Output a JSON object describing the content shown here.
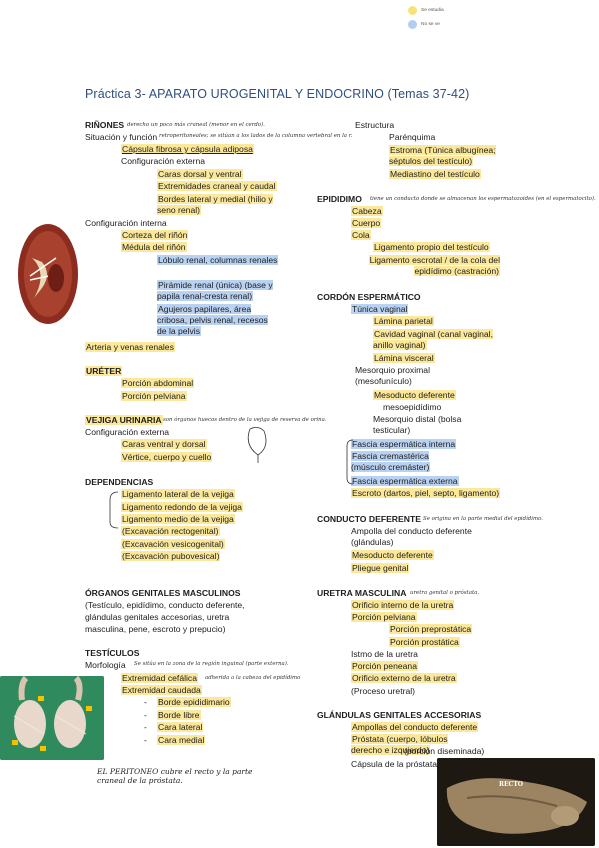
{
  "legend": [
    {
      "label": "Se estudia",
      "color": "#f7e27a"
    },
    {
      "label": "No se ve",
      "color": "#b3cdf0"
    }
  ],
  "title": "Práctica 3- APARATO UROGENITAL Y ENDOCRINO (Temas 37-42)",
  "left": {
    "rinones": {
      "heading": "RIÑONES",
      "note": "derecho un poco más craneal (menor en el cerdo).",
      "situacion": "Situación y función",
      "situacion_note": "retroperitoneales; se sitúan a los lados de la columna vertebral en la r.",
      "capsula": "Cápsula fibrosa y cápsula adiposa",
      "config_ext": "Configuración externa",
      "caras": "Caras dorsal y ventral",
      "extremidades": "Extremidades craneal y caudal",
      "bordes": "Bordes lateral y medial (hilio y seno renal)",
      "config_int": "Configuración interna",
      "corteza": "Corteza del riñón",
      "medula": "Médula del riñón",
      "lobulo": "Lóbulo renal, columnas renales",
      "piramide": "Pirámide renal (única) (base y papila renal-cresta renal)",
      "agujeros": "Agujeros papilares, área cribosa, pelvis renal, recesos de la pelvis",
      "arteria": "Arteria y venas renales"
    },
    "ureter": {
      "heading": "URÉTER",
      "abdominal": "Porción abdominal",
      "pelviana": "Porción pelviana"
    },
    "vejiga": {
      "heading": "VEJIGA URINARIA",
      "note": "son órganos huecos dentro de la vejiga de reserva de orina.",
      "config": "Configuración externa",
      "caras": "Caras ventral y dorsal",
      "vertice": "Vértice, cuerpo y cuello"
    },
    "dependencias": {
      "heading": "DEPENDENCIAS",
      "lig_lat": "Ligamento lateral de la vejiga",
      "lig_red": "Ligamento redondo de la vejiga",
      "lig_med": "Ligamento medio de la vejiga",
      "exc_rect": "(Excavación rectogenital)",
      "exc_ves": "(Excavación vesicogenital)",
      "exc_pub": "(Excavación pubovesical)"
    },
    "organos": {
      "heading": "ÓRGANOS GENITALES MASCULINOS",
      "list": [
        "(Testículo, epidídimo, conducto deferente,",
        "glándulas genitales accesorias, uretra",
        "masculina, pene, escroto y prepucio)"
      ]
    },
    "testiculos": {
      "heading": "TESTÍCULOS",
      "morfologia": "Morfología",
      "morf_note": "Se sitúa en la zona de la región inguinal (parte externa).",
      "cefalica": "Extremidad cefálica",
      "cefalica_note": "adherida a la cabeza del epidídimo",
      "caudada": "Extremidad caudada",
      "items": [
        "Borde epididimario",
        "Borde libre",
        "Cara lateral",
        "Cara medial"
      ]
    },
    "peritoneo_note": "EL PERITONEO cubre el recto y la parte craneal de la próstata."
  },
  "right": {
    "estructura": {
      "heading": "Estructura",
      "parenquima": "Parénquima",
      "estroma": "Estroma (Túnica albugínea; séptulos del testículo)",
      "mediastino": "Mediastino del testículo"
    },
    "epididimo": {
      "heading": "EPIDIDIMO",
      "note": "tiene un conducto donde se almacenan los espermatozoides (en el espermatocito).",
      "items": [
        "Cabeza",
        "Cuerpo",
        "Cola"
      ],
      "lig_propio": "Ligamento propio del testículo",
      "lig_escrotal": "Ligamento escrotal / de la cola del epidídimo (castración)"
    },
    "cordon": {
      "heading": "CORDÓN ESPERMÁTICO",
      "tunica": "Túnica vaginal",
      "lamina_par": "Lámina parietal",
      "cavidad": "Cavidad vaginal (canal vaginal, anillo vaginal)",
      "lamina_vis": "Lámina visceral",
      "mesorquio": "Mesorquio proximal (mesofunículo)",
      "mesoducto": "Mesoducto deferente",
      "mesoepi": "mesoepidídimo",
      "mesorquio_d": "Mesorquio distal (bolsa testicular)",
      "fascia_int": "Fascia espermática interna",
      "fascia_crem": "Fascia cremastérica (músculo cremáster)",
      "fascia_ext": "Fascia espermática externa",
      "escroto": "Escroto (dartos, piel, septo, ligamento)"
    },
    "deferente": {
      "heading": "CONDUCTO DEFERENTE",
      "note": "Se origina en la parte medial del epidídimo.",
      "ampolla": "Ampolla del conducto deferente (glándulas)",
      "mesoducto": "Mesoducto deferente",
      "pliegue": "Pliegue genital"
    },
    "uretra": {
      "heading": "URETRA MASCULINA",
      "note": "uretra genital o próstata.",
      "orificio_int": "Orificio interno de la uretra",
      "pelviana": "Porción pelviana",
      "prepro": "Porción preprostática",
      "prostatica": "Porción prostática",
      "istmo": "Istmo de la uretra",
      "peneana": "Porción peneana",
      "orificio_ext": "Orificio externo de la uretra",
      "proceso": "(Proceso uretral)"
    },
    "glandulas": {
      "heading": "GLÁNDULAS GENITALES ACCESORIAS",
      "ampollas": "Ampollas del conducto deferente",
      "prostata": "Próstata (cuerpo, lóbulos derecho e izquierdo)",
      "prostata_b": "(porción diseminada)",
      "capsula": "Cápsula de la próstata"
    },
    "photo_label": "RECTO"
  }
}
